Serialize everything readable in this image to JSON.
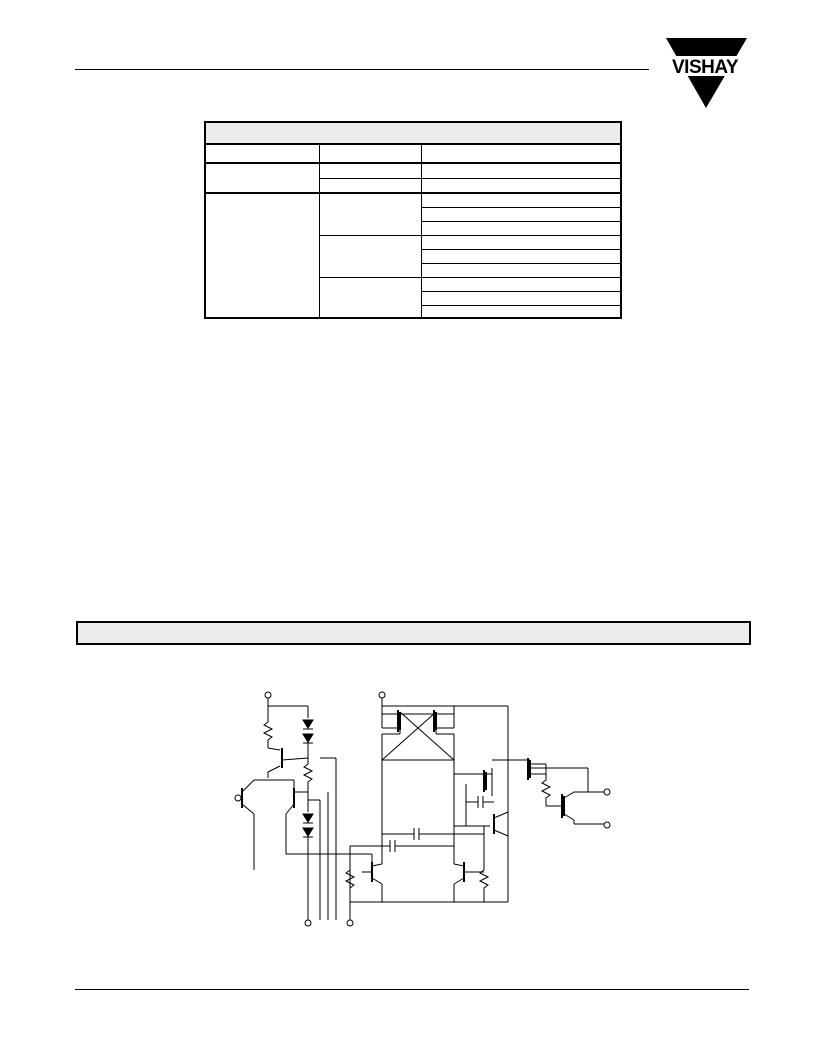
{
  "header": {
    "logo_text": "VISHAY",
    "brand_color": "#000000"
  },
  "spec_table": {
    "title": "",
    "columns": [
      "",
      "",
      ""
    ],
    "rows": 8
  },
  "section": {
    "title": ""
  },
  "schematic": {
    "description_icon": "circuit-diagram"
  }
}
